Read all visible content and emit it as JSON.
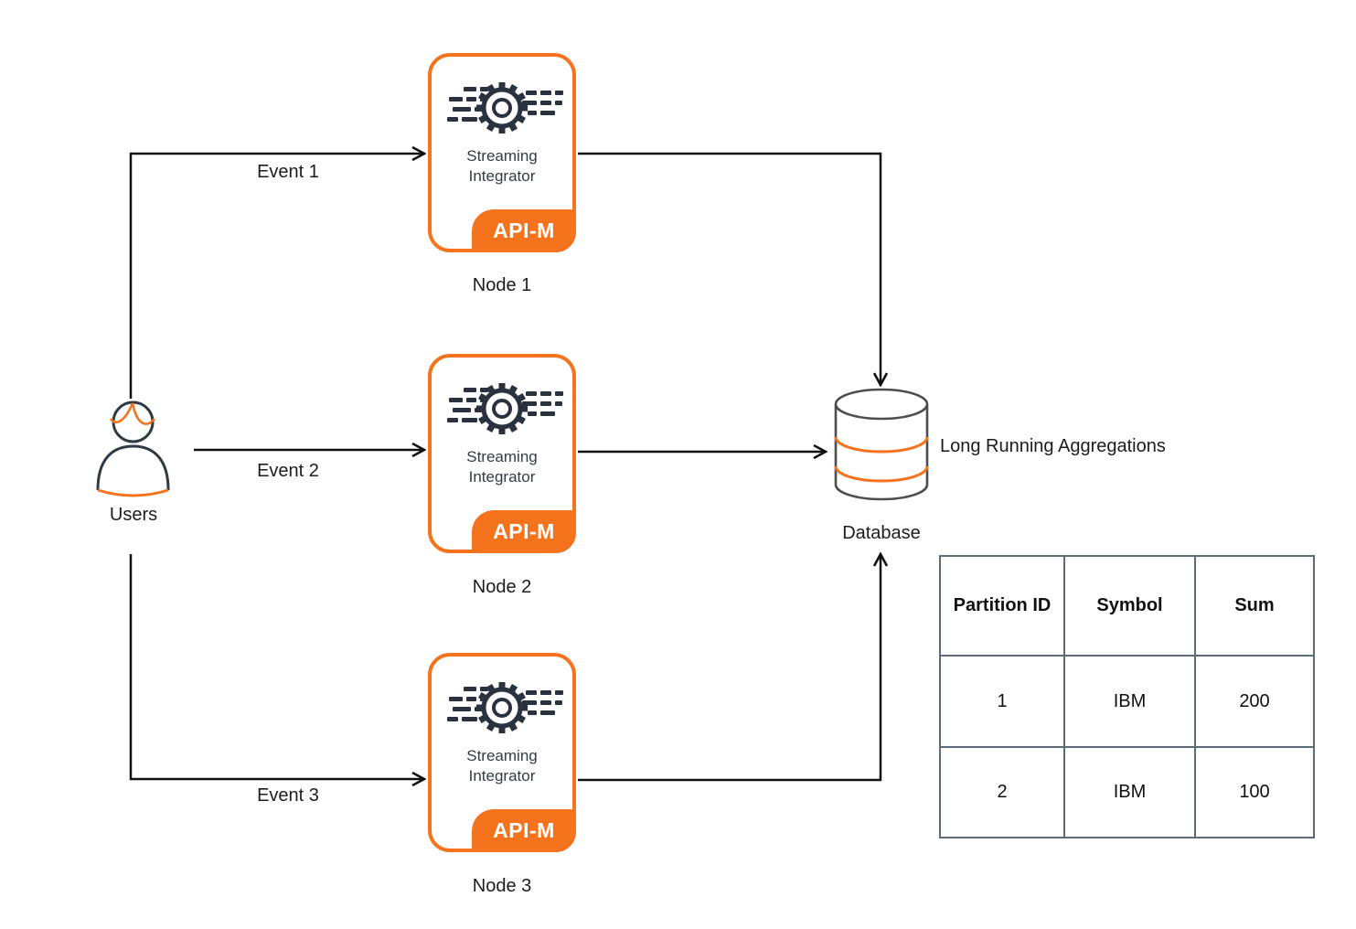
{
  "users": {
    "label": "Users"
  },
  "events": [
    {
      "label": "Event 1"
    },
    {
      "label": "Event 2"
    },
    {
      "label": "Event 3"
    }
  ],
  "nodes": [
    {
      "label": "Node 1",
      "service_line1": "Streaming",
      "service_line2": "Integrator",
      "badge": "API-M"
    },
    {
      "label": "Node 2",
      "service_line1": "Streaming",
      "service_line2": "Integrator",
      "badge": "API-M"
    },
    {
      "label": "Node 3",
      "service_line1": "Streaming",
      "service_line2": "Integrator",
      "badge": "API-M"
    }
  ],
  "database": {
    "label": "Database",
    "annotation": "Long Running Aggregations"
  },
  "table": {
    "headers": [
      "Partition ID",
      "Symbol",
      "Sum"
    ],
    "rows": [
      [
        "1",
        "IBM",
        "200"
      ],
      [
        "2",
        "IBM",
        "100"
      ]
    ]
  },
  "colors": {
    "accent_orange": "#F6731E",
    "icon_navy": "#29323E",
    "connector_black": "#111111",
    "database_outline_gray": "#4D4D4D",
    "table_border": "#5B6B79"
  }
}
